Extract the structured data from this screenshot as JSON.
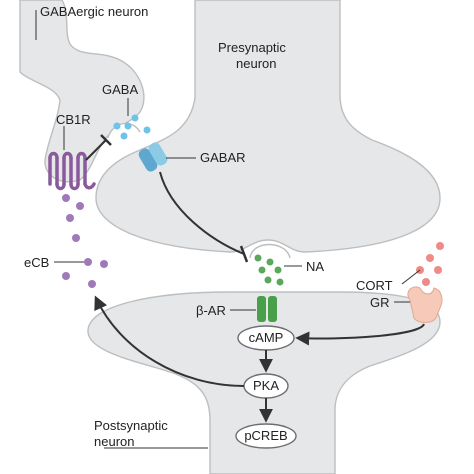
{
  "labels": {
    "gaba_neuron": "GABAergic neuron",
    "presynaptic_line1": "Presynaptic",
    "presynaptic_line2": "neuron",
    "gaba": "GABA",
    "cb1r": "CB1R",
    "gabar": "GABAR",
    "na": "NA",
    "cort": "CORT",
    "gr": "GR",
    "ecb": "eCB",
    "beta_ar": "β-AR",
    "camp": "cAMP",
    "pka": "PKA",
    "pcreb": "pCREB",
    "postsynaptic_line1": "Postsynaptic",
    "postsynaptic_line2": "neuron"
  },
  "colors": {
    "neuron_fill": "#e6e7e8",
    "neuron_outline": "#bcbec0",
    "gaba_dots": "#6dc3e8",
    "na_dots": "#5aa85a",
    "cort_dots": "#ef8b86",
    "ecb_dots": "#a07ab8",
    "cb1r_receptor": "#8a5a9c",
    "gabar_receptor": "#5ea8d0",
    "beta_ar_receptor": "#4aa04a",
    "gr_receptor": "#f6c9b8",
    "arrows": "#333333"
  }
}
